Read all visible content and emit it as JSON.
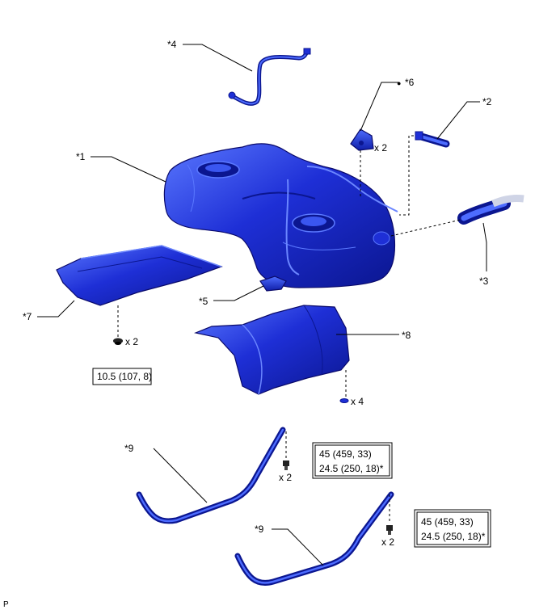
{
  "colors": {
    "part_fill": "#1e2fd6",
    "part_dark": "#0b1690",
    "part_light": "#5a78ff",
    "line": "#000000",
    "background": "#ffffff"
  },
  "callouts": {
    "c1": "*1",
    "c2": "*2",
    "c3": "*3",
    "c4": "*4",
    "c5": "*5",
    "c6": "*6",
    "c7": "*7",
    "c8": "*8",
    "c9a": "*9",
    "c9b": "*9"
  },
  "quantities": {
    "q6": "x 2",
    "q7": "x 2",
    "q8": "x 4",
    "q9a": "x 2",
    "q9b": "x 2"
  },
  "torque": {
    "t7": "10.5 (107, 8)",
    "t9a_line1": "45 (459, 33)",
    "t9a_line2": "24.5 (250, 18)*",
    "t9b_line1": "45 (459, 33)",
    "t9b_line2": "24.5 (250, 18)*"
  },
  "marks": {
    "dot": "●"
  },
  "footer": {
    "code": "P"
  }
}
